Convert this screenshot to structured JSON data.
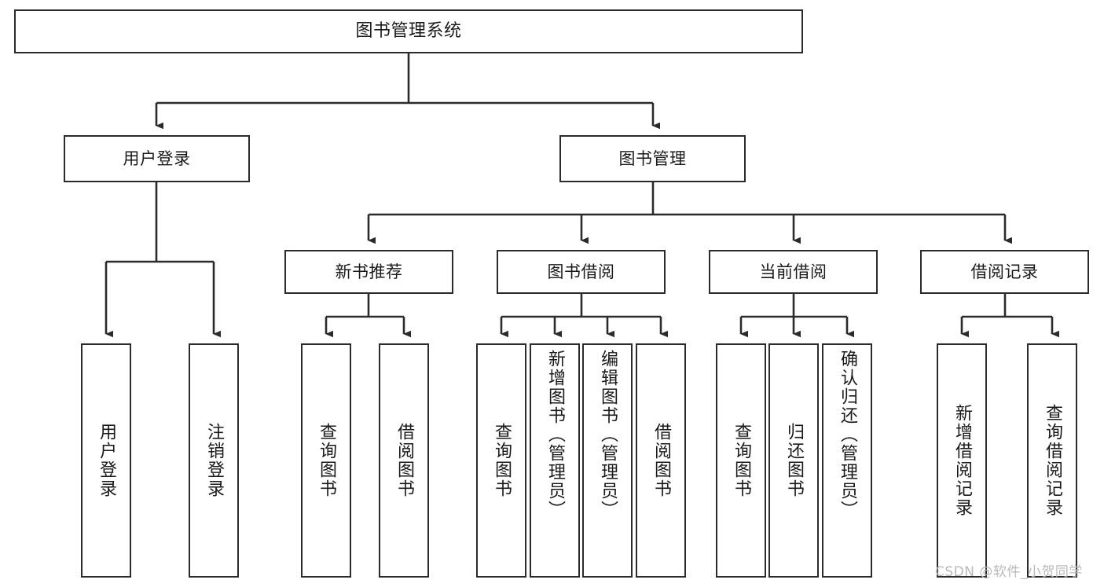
{
  "diagram": {
    "title": "图书管理系统",
    "type": "tree-hierarchy-diagram",
    "watermark": "CSDN @软件_小贺同学",
    "colors": {
      "box_border": "#2b2b2b",
      "box_fill": "#ffffff",
      "edge": "#2b2b2b",
      "text": "#1a1a1a",
      "background": "#ffffff",
      "watermark": "#b9b9b9"
    },
    "nodes": {
      "root": {
        "label": "图书管理系统",
        "orientation": "horizontal"
      },
      "level2": [
        {
          "id": "user-login",
          "label": "用户登录",
          "orientation": "horizontal"
        },
        {
          "id": "book-management",
          "label": "图书管理",
          "orientation": "horizontal"
        }
      ],
      "level3": [
        {
          "id": "new-book-recommend",
          "label": "新书推荐",
          "orientation": "horizontal"
        },
        {
          "id": "book-borrow",
          "label": "图书借阅",
          "orientation": "horizontal"
        },
        {
          "id": "current-borrow",
          "label": "当前借阅",
          "orientation": "horizontal"
        },
        {
          "id": "borrow-record",
          "label": "借阅记录",
          "orientation": "horizontal"
        }
      ],
      "leaves": [
        {
          "id": "leaf-user-login",
          "label": "用户登录",
          "parent": "user-login",
          "orientation": "vertical"
        },
        {
          "id": "leaf-logout",
          "label": "注销登录",
          "parent": "user-login",
          "orientation": "vertical"
        },
        {
          "id": "leaf-query-book-1",
          "label": "查询图书",
          "parent": "new-book-recommend",
          "orientation": "vertical"
        },
        {
          "id": "leaf-borrow-book-1",
          "label": "借阅图书",
          "parent": "new-book-recommend",
          "orientation": "vertical"
        },
        {
          "id": "leaf-query-book-2",
          "label": "查询图书",
          "parent": "book-borrow",
          "orientation": "vertical"
        },
        {
          "id": "leaf-add-book",
          "label": "新增图书（管理员）",
          "parent": "book-borrow",
          "orientation": "vertical"
        },
        {
          "id": "leaf-edit-book",
          "label": "编辑图书（管理员）",
          "parent": "book-borrow",
          "orientation": "vertical"
        },
        {
          "id": "leaf-borrow-book-2",
          "label": "借阅图书",
          "parent": "book-borrow",
          "orientation": "vertical"
        },
        {
          "id": "leaf-query-book-3",
          "label": "查询图书",
          "parent": "current-borrow",
          "orientation": "vertical"
        },
        {
          "id": "leaf-return-book",
          "label": "归还图书",
          "parent": "current-borrow",
          "orientation": "vertical"
        },
        {
          "id": "leaf-confirm-return",
          "label": "确认归还（管理员）",
          "parent": "current-borrow",
          "orientation": "vertical"
        },
        {
          "id": "leaf-add-record",
          "label": "新增借阅记录",
          "parent": "borrow-record",
          "orientation": "vertical"
        },
        {
          "id": "leaf-query-record",
          "label": "查询借阅记录",
          "parent": "borrow-record",
          "orientation": "vertical"
        }
      ]
    }
  }
}
